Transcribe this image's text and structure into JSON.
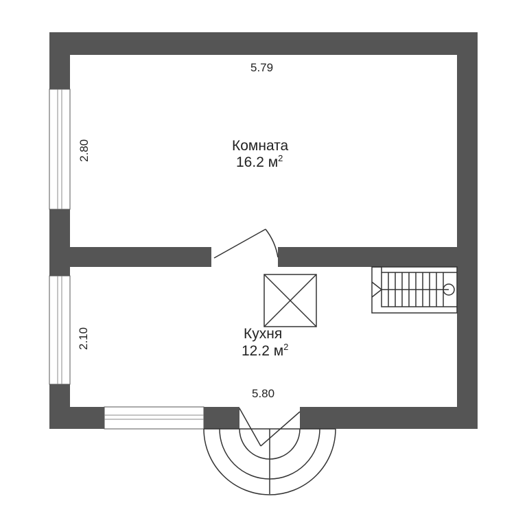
{
  "rooms": {
    "top": {
      "name": "Комната",
      "area": "16.2 м",
      "area_sup": "2"
    },
    "bottom": {
      "name": "Кухня",
      "area": "12.2 м",
      "area_sup": "2"
    }
  },
  "dimensions": {
    "top_width": "5.79",
    "top_height": "2.80",
    "bottom_height": "2.10",
    "bottom_width": "5.80"
  },
  "colors": {
    "wall": "#555555",
    "background": "#ffffff",
    "line": "#333333"
  }
}
